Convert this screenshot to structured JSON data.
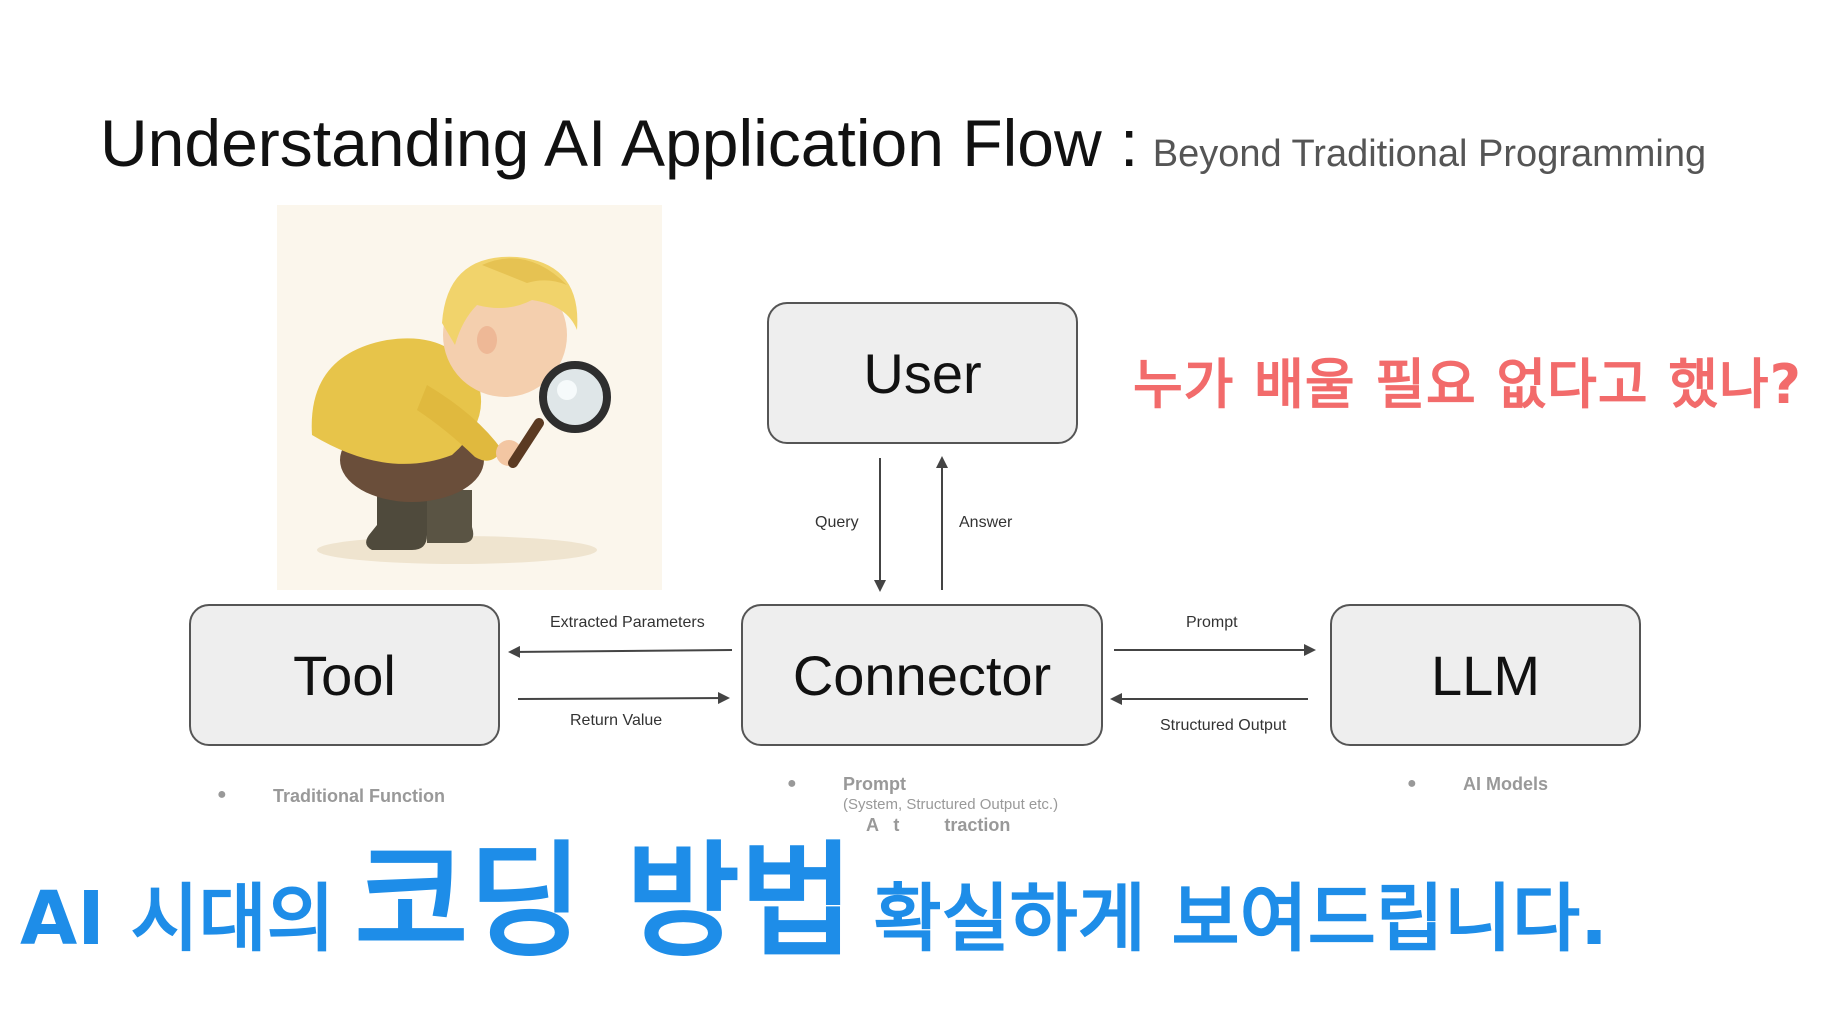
{
  "title": {
    "main": "Understanding AI Application Flow :",
    "sub": "Beyond Traditional Programming"
  },
  "diagram": {
    "nodes": {
      "user": "User",
      "tool": "Tool",
      "connector": "Connector",
      "llm": "LLM"
    },
    "edges": {
      "query": "Query",
      "answer": "Answer",
      "extracted_parameters": "Extracted Parameters",
      "return_value": "Return Value",
      "prompt": "Prompt",
      "structured_output": "Structured Output"
    },
    "notes": {
      "tool": "Traditional Function",
      "connector": "Prompt",
      "connector_sub": "(System, Structured Output etc.)",
      "connector_sub2": "A   t         traction",
      "llm": "AI Models"
    }
  },
  "overlay": {
    "question": "누가 배울 필요 없다고 했나?",
    "caption_start": "AI 시대의",
    "caption_emphasis": "코딩 방법",
    "caption_end": "확실하게 보여드립니다."
  },
  "colors": {
    "question": "#f26b6b",
    "caption": "#1e8de8",
    "box_fill": "#eeeeee",
    "box_border": "#555555"
  }
}
